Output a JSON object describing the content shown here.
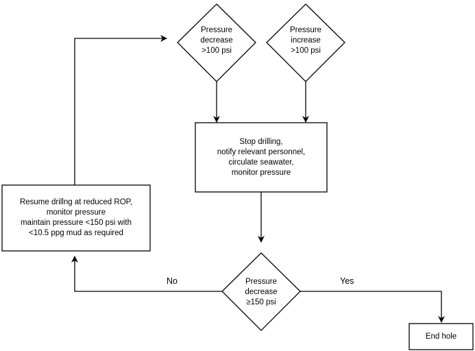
{
  "nodes": {
    "pressure_decrease_100": "Pressure\ndecrease\n>100 psi",
    "pressure_increase_100": "Pressure\nincrease\n>100 psi",
    "stop_drilling": "Stop drilling,\nnotify relevant personnel,\ncirculate seawater,\nmonitor pressure",
    "resume_drilling": "Resume drillng at reduced ROP,\nmonitor pressure\nmaintain pressure <150 psi with\n<10.5 ppg mud as required",
    "pressure_decrease_150": "Pressure\ndecrease\n≥150 psi",
    "end_hole": "End hole"
  },
  "edge_labels": {
    "no": "No",
    "yes": "Yes"
  }
}
